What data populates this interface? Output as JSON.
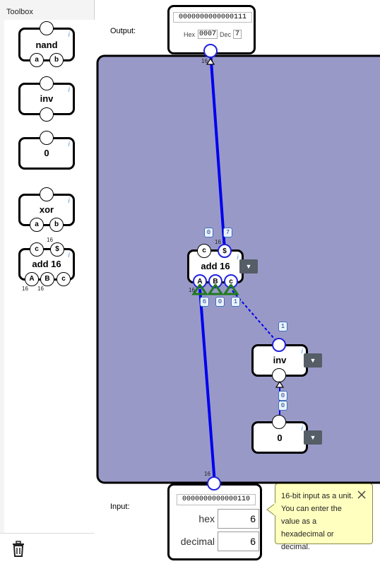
{
  "toolbox": {
    "title": "Toolbox",
    "items": [
      {
        "label": "nand",
        "inputs": [
          "a",
          "b"
        ]
      },
      {
        "label": "inv"
      },
      {
        "label": "0"
      },
      {
        "label": "xor",
        "inputs": [
          "a",
          "b"
        ]
      },
      {
        "label": "add 16",
        "outputs": [
          "c",
          "$"
        ],
        "inputs": [
          "A",
          "B",
          "c"
        ],
        "width_top": "16",
        "width_bottom_a": "16",
        "width_bottom_b": "16"
      }
    ],
    "trash_icon": "trash-icon"
  },
  "output": {
    "label": "Output:",
    "binary": "0000000000000111",
    "hex_label": "Hex",
    "hex_value": "0007",
    "dec_label": "Dec",
    "dec_value": "7",
    "width": "16"
  },
  "adder": {
    "label": "add 16",
    "out_c": "c",
    "out_sum": "$",
    "in_a": "A",
    "in_b": "B",
    "in_c": "c",
    "width_top": "16",
    "width_bottom": "16",
    "tag_c": "0",
    "tag_sum": "7",
    "tag_a": "6",
    "tag_b": "0",
    "tag_cin": "1"
  },
  "inverter": {
    "label": "inv",
    "tag_in": "1",
    "tag_out": "0"
  },
  "zero": {
    "label": "0",
    "tag_out": "0"
  },
  "input": {
    "label": "Input:",
    "binary": "0000000000000110",
    "hex_label": "hex",
    "hex_value": "6",
    "dec_label": "decimal",
    "dec_value": "6",
    "width": "16"
  },
  "tooltip": {
    "text": "16-bit input as a unit. You can enter the value as a hexadecimal or decimal.",
    "close_icon": "close-icon"
  },
  "colors": {
    "canvas_bg": "#9999c8",
    "wire": "#0000ee",
    "port_ring": "#2222dd",
    "input_triangle": "#1e7a1e"
  }
}
